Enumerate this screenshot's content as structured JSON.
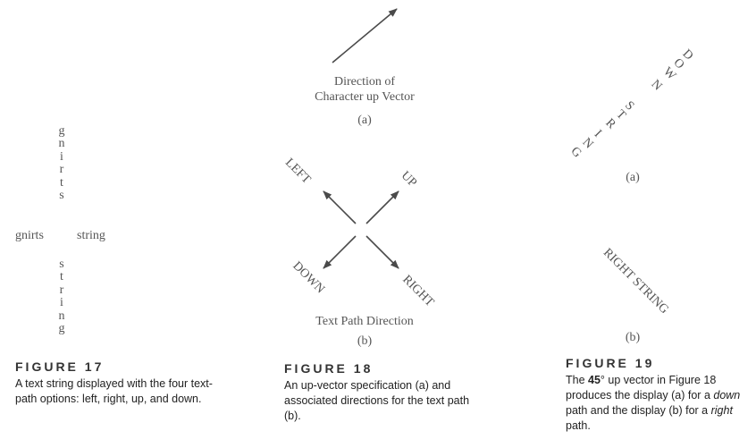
{
  "figure17": {
    "vertical_up": [
      "g",
      "n",
      "i",
      "r",
      "t",
      "s"
    ],
    "vertical_down": [
      "s",
      "t",
      "r",
      "i",
      "n",
      "g"
    ],
    "left_text": "gnirts",
    "right_text": "string",
    "label": "FIGURE 17",
    "caption": "A text string displayed with the four text-path options: left, right, up, and down."
  },
  "figure18": {
    "up_vector_label_line1": "Direction of",
    "up_vector_label_line2": "Character up Vector",
    "sub_a": "(a)",
    "dir_left": "LEFT",
    "dir_up": "UP",
    "dir_down": "DOWN",
    "dir_right": "RIGHT",
    "text_path_label": "Text Path Direction",
    "sub_b": "(b)",
    "label": "FIGURE 18",
    "caption": "An up-vector specification (a) and associated directions for the text path (b)."
  },
  "figure19": {
    "down_string_chars": [
      "D",
      "O",
      "W",
      "N",
      "S",
      "T",
      "R",
      "I",
      "N",
      "G"
    ],
    "sub_a": "(a)",
    "right_string": "RIGHT STRING",
    "sub_b": "(b)",
    "label": "FIGURE 19",
    "caption_part1": "The ",
    "caption_45": "45",
    "caption_deg": "°",
    "caption_part2": " up vector in Figure 18 produces the display (a) for a ",
    "caption_down": "down",
    "caption_part3": " path and the display (b) for a ",
    "caption_right": "right",
    "caption_part4": " path."
  }
}
